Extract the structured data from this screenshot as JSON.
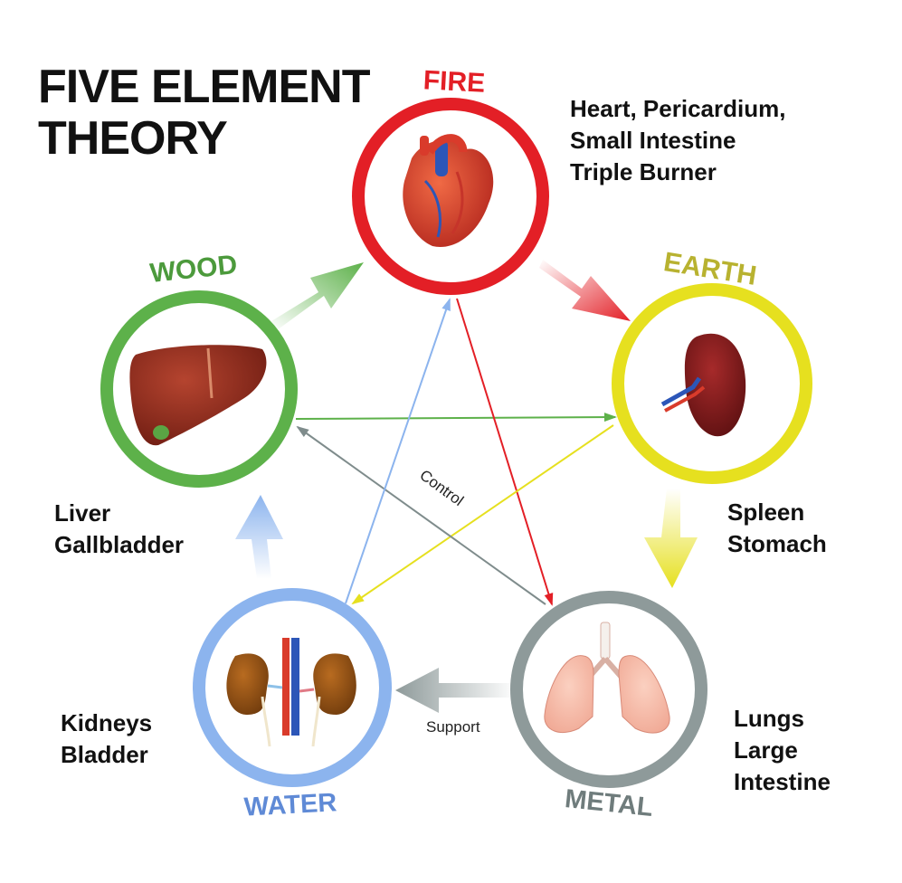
{
  "title": {
    "line1": "FIVE ELEMENT",
    "line2": "THEORY"
  },
  "elements": {
    "fire": {
      "label": "FIRE",
      "color": "#e31f26",
      "organs": [
        "Heart, Pericardium,",
        "Small Intestine",
        "Triple Burner"
      ]
    },
    "earth": {
      "label": "EARTH",
      "color": "#e6e01f",
      "label_color": "#b8b230",
      "organs": [
        "Spleen",
        "Stomach"
      ]
    },
    "metal": {
      "label": "METAL",
      "color": "#8e9a9a",
      "label_color": "#6f7c7c",
      "organs": [
        "Lungs",
        "Large",
        "Intestine"
      ]
    },
    "water": {
      "label": "WATER",
      "color": "#8cb4ee",
      "label_color": "#5f8ad6",
      "organs": [
        "Kidneys",
        "Bladder"
      ]
    },
    "wood": {
      "label": "WOOD",
      "color": "#5db14a",
      "label_color": "#4c9a3c",
      "organs": [
        "Liver",
        "Gallbladder"
      ]
    }
  },
  "cycle_labels": {
    "control": "Control",
    "support": "Support"
  }
}
